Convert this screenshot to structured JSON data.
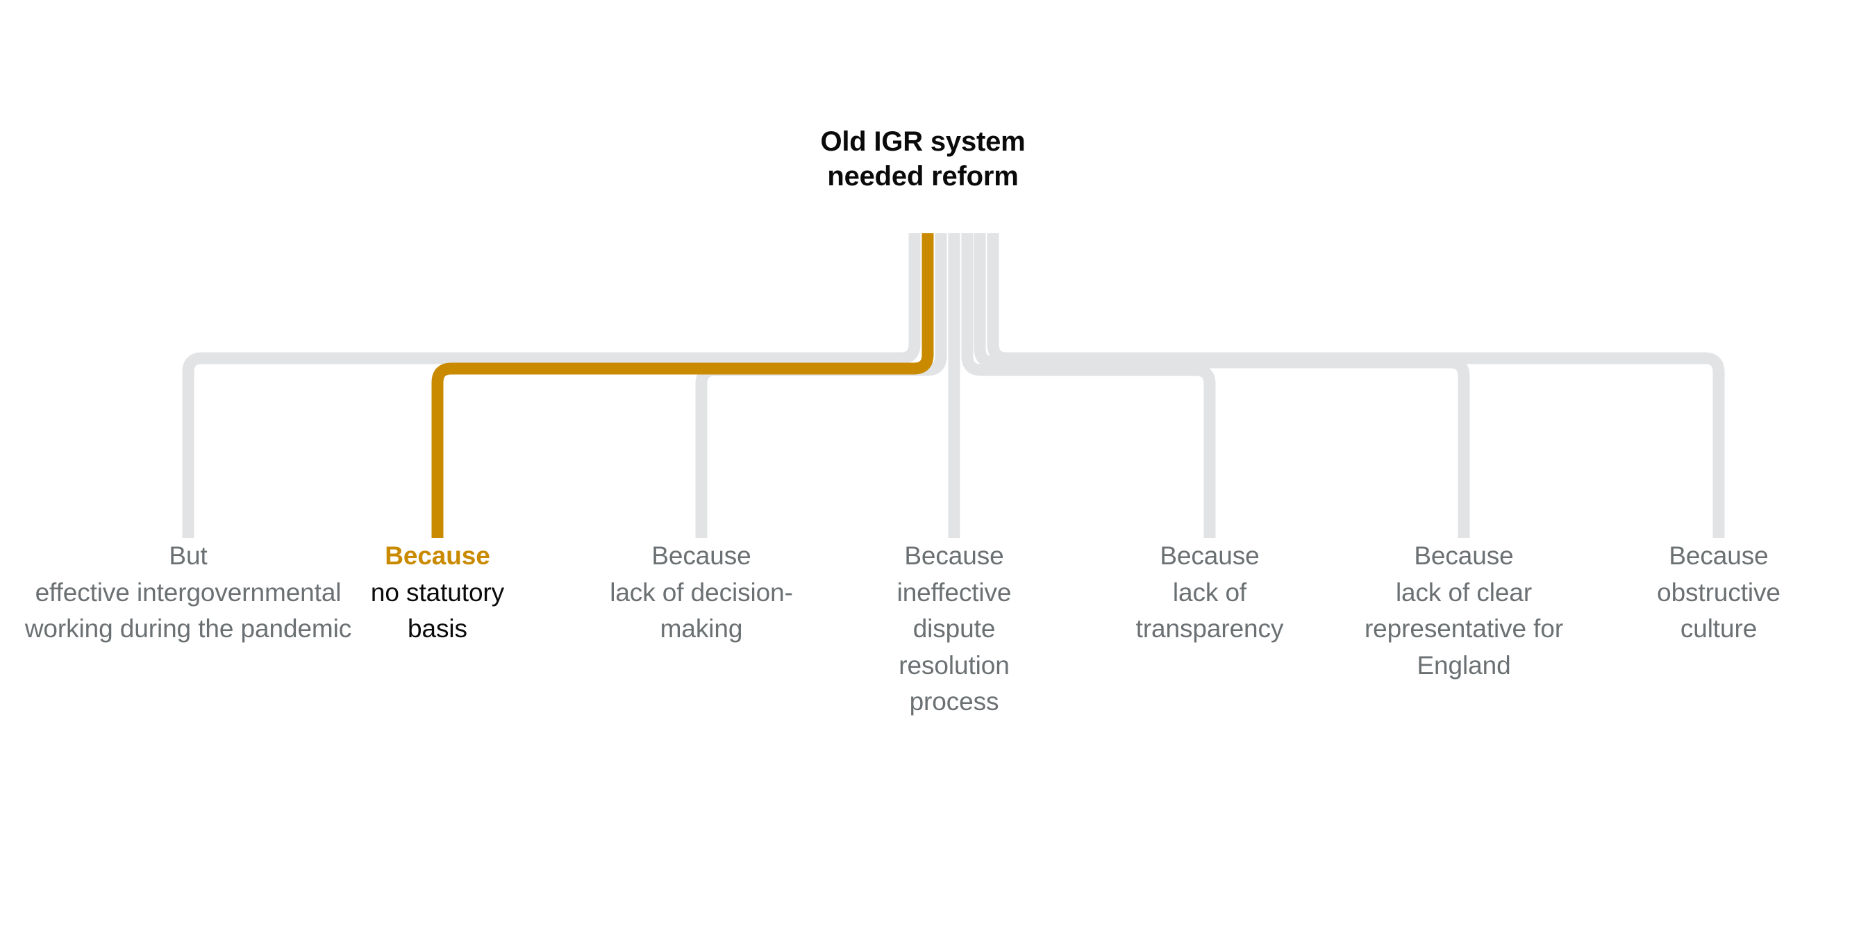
{
  "diagram": {
    "type": "argument-map",
    "background_color": "#ffffff",
    "accent_color": "#C98A00",
    "line_color": "#E2E3E5",
    "text_color": "#6b7073",
    "root": {
      "text": "Old IGR system needed reform",
      "line1": "Old IGR system",
      "line2": "needed reform"
    },
    "leaves": [
      {
        "connector": "But",
        "body": "effective intergovernmental working during the pandemic",
        "highlighted": false
      },
      {
        "connector": "Because",
        "body": "no statutory basis",
        "highlighted": true
      },
      {
        "connector": "Because",
        "body": "lack of decision-making",
        "highlighted": false
      },
      {
        "connector": "Because",
        "body": "ineffective dispute resolution process",
        "highlighted": false
      },
      {
        "connector": "Because",
        "body": "lack of transparency",
        "highlighted": false
      },
      {
        "connector": "Because",
        "body": "lack of clear representative for England",
        "highlighted": false
      },
      {
        "connector": "Because",
        "body": "obstructive culture",
        "highlighted": false
      }
    ]
  }
}
